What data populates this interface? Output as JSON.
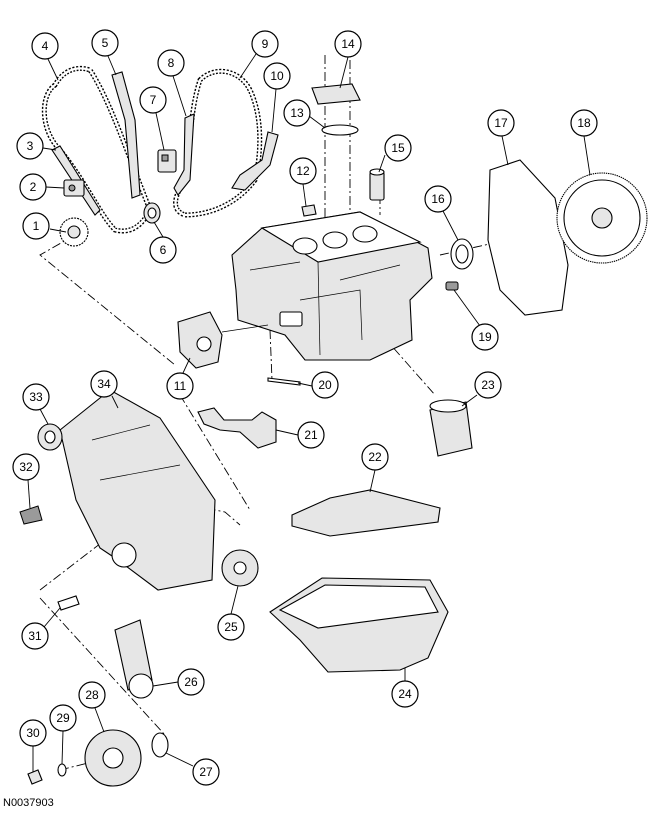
{
  "figure_id": "N0037903",
  "callouts": [
    "1",
    "2",
    "3",
    "4",
    "5",
    "6",
    "7",
    "8",
    "9",
    "10",
    "11",
    "12",
    "13",
    "14",
    "15",
    "16",
    "17",
    "18",
    "19",
    "20",
    "21",
    "22",
    "23",
    "24",
    "25",
    "26",
    "27",
    "28",
    "29",
    "30",
    "31",
    "32",
    "33",
    "34"
  ]
}
